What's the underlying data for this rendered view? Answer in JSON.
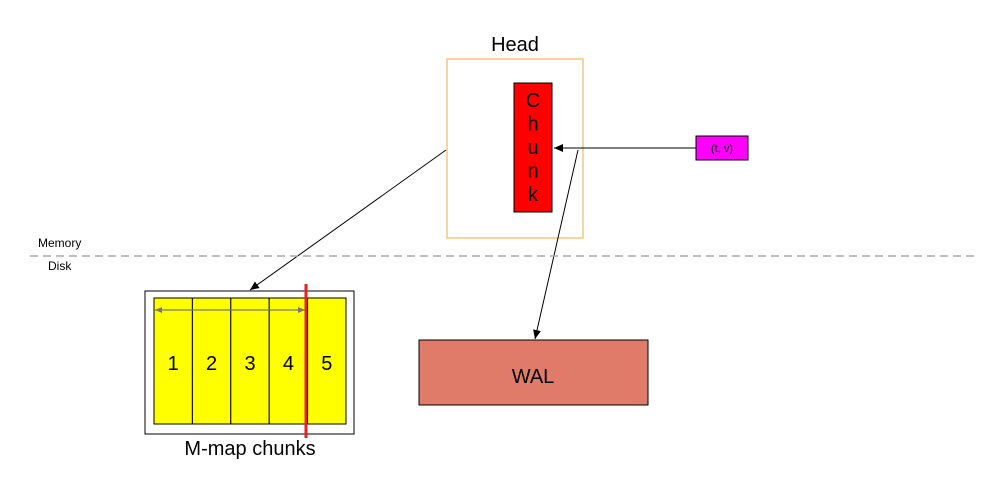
{
  "head": {
    "title": "Head",
    "chunk_label": "Chunk"
  },
  "sample": {
    "label": "(t, v)"
  },
  "boundary": {
    "memory_label": "Memory",
    "disk_label": "Disk"
  },
  "wal": {
    "label": "WAL"
  },
  "mmap": {
    "caption": "M-map chunks",
    "chunks": [
      "1",
      "2",
      "3",
      "4",
      "5"
    ]
  },
  "colors": {
    "head_border": "#f7c873",
    "chunk_fill": "#ff0000",
    "sample_fill": "#ff00ff",
    "wal_fill": "#e07b6a",
    "mmap_fill": "#ffff00",
    "cut_line": "#e32222",
    "boundary_line": "#aaaaaa",
    "inner_arrow": "#777777"
  }
}
